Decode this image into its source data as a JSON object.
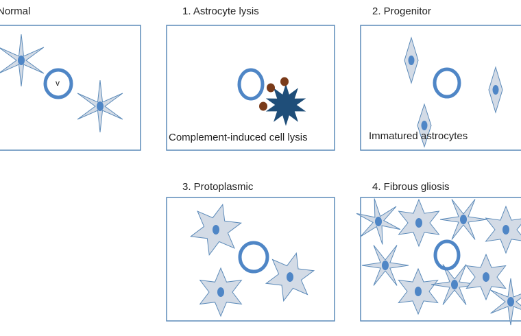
{
  "panels": [
    {
      "title": "Normal",
      "label": "v",
      "caption": ""
    },
    {
      "title": "1. Astrocyte lysis",
      "label": "",
      "caption": "Complement-induced cell lysis"
    },
    {
      "title": "2. Progenitor",
      "label": "",
      "caption": "Immatured astrocytes"
    },
    {
      "title": "3. Protoplasmic",
      "label": "",
      "caption": ""
    },
    {
      "title": "4. Fibrous gliosis",
      "label": "",
      "caption": ""
    }
  ],
  "colors": {
    "frame": "#5b8ab9",
    "vessel": "#4f86c6",
    "cell_fill": "#d3dbe6",
    "cell_stroke": "#5b8ab9",
    "nucleus": "#4f86c6",
    "lysed_cell": "#1f4e79",
    "complement": "#7a3b1a"
  }
}
